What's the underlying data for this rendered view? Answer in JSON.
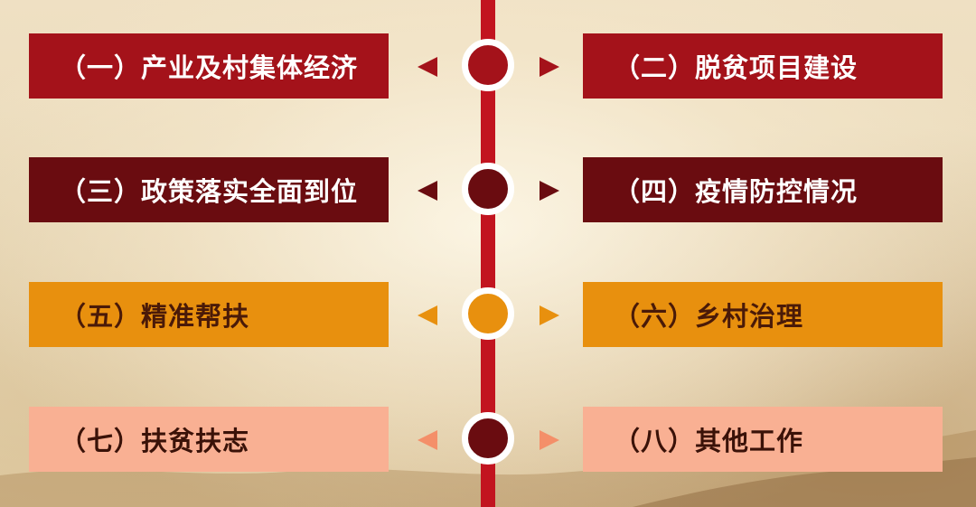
{
  "colors": {
    "timeline": "#c2141f",
    "node_border": "#ffffff",
    "row1": {
      "bg": "#a4121a",
      "text": "#ffffff",
      "node": "#a4121a"
    },
    "row2": {
      "bg": "#6a0c10",
      "text": "#ffffff",
      "node": "#6a0c10"
    },
    "row3": {
      "bg": "#e8900e",
      "text": "#4a1a08",
      "node": "#e8900e"
    },
    "row4": {
      "bg": "#f9b093",
      "text": "#3a1208",
      "node": "#6a0c10",
      "arrow": "#f48f69"
    }
  },
  "rows": [
    {
      "left_label": "（一）产业及村集体经济",
      "right_label": "（二）脱贫项目建设",
      "left_arrow_icon": "triangle-left-icon",
      "right_arrow_icon": "triangle-right-icon"
    },
    {
      "left_label": "（三）政策落实全面到位",
      "right_label": "（四）疫情防控情况",
      "left_arrow_icon": "triangle-left-icon",
      "right_arrow_icon": "triangle-right-icon"
    },
    {
      "left_label": "（五）精准帮扶",
      "right_label": "（六）乡村治理",
      "left_arrow_icon": "triangle-left-icon",
      "right_arrow_icon": "triangle-right-icon"
    },
    {
      "left_label": "（七）扶贫扶志",
      "right_label": "（八）其他工作",
      "left_arrow_icon": "triangle-left-icon",
      "right_arrow_icon": "triangle-right-icon"
    }
  ]
}
